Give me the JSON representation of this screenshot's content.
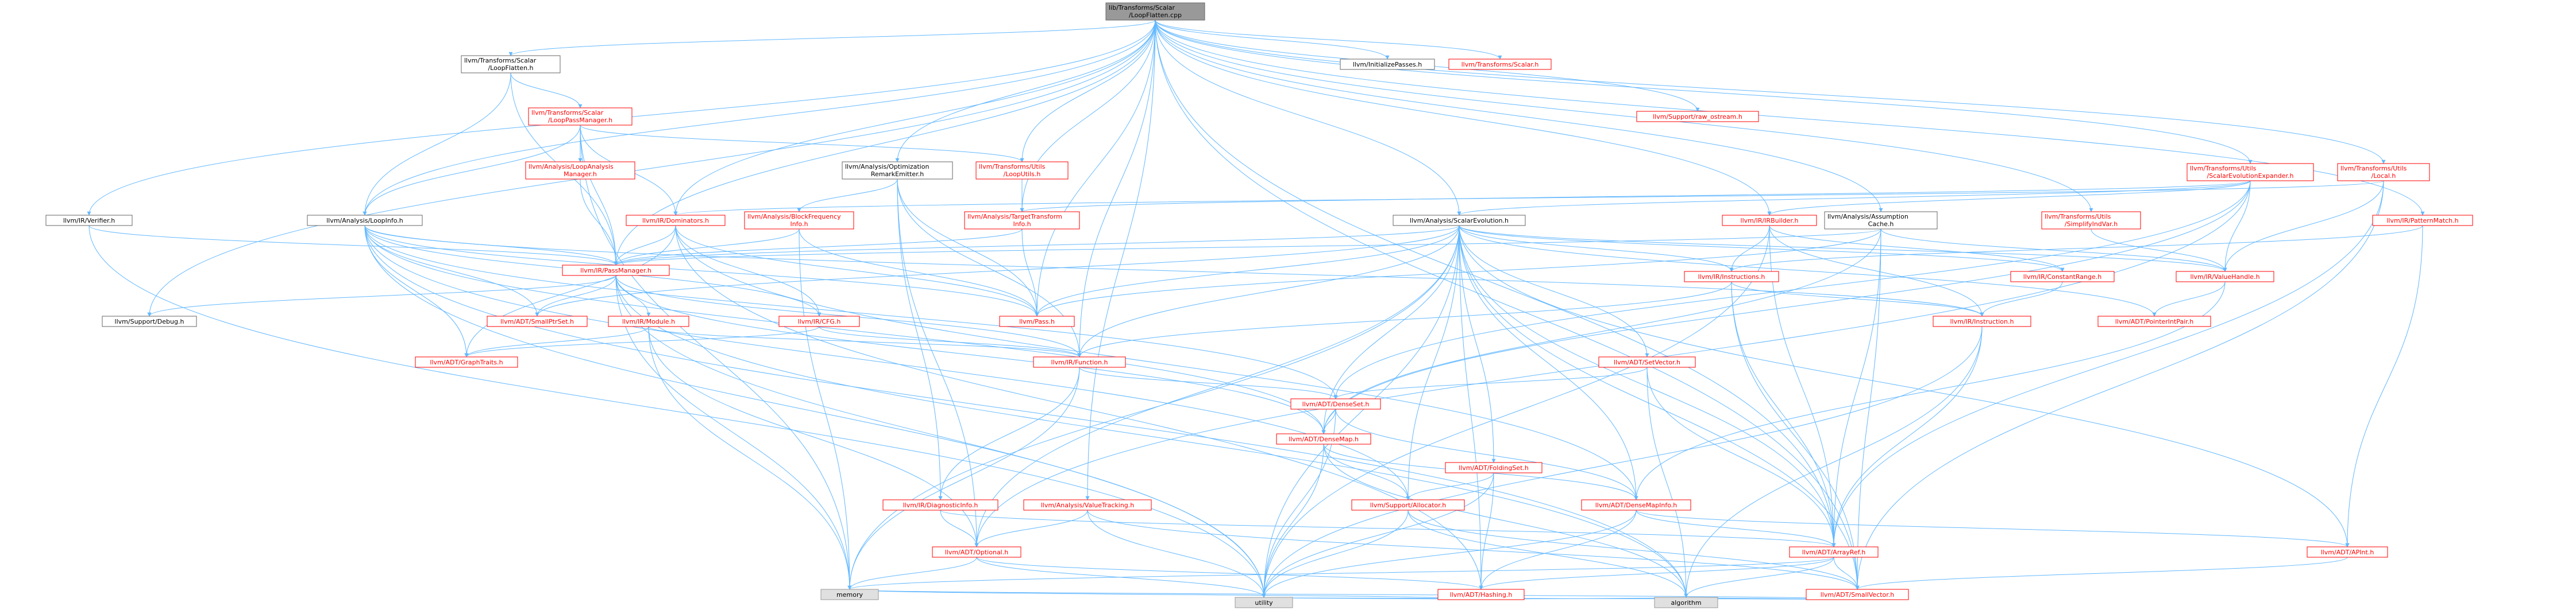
{
  "diagram": {
    "root": "lib/Transforms/Scalar/LoopFlatten.cpp",
    "nodes": [
      {
        "id": "root",
        "label": [
          "lib/Transforms/Scalar",
          "/LoopFlatten.cpp"
        ],
        "kind": "root"
      },
      {
        "id": "LoopFlatten_h",
        "label": [
          "llvm/Transforms/Scalar",
          "/LoopFlatten.h"
        ],
        "kind": "plain"
      },
      {
        "id": "InitializePasses",
        "label": [
          "llvm/InitializePasses.h"
        ],
        "kind": "plain"
      },
      {
        "id": "Scalar_h",
        "label": [
          "llvm/Transforms/Scalar.h"
        ],
        "kind": "red"
      },
      {
        "id": "raw_ostream",
        "label": [
          "llvm/Support/raw_ostream.h"
        ],
        "kind": "red"
      },
      {
        "id": "SEExpander",
        "label": [
          "llvm/Transforms/Utils",
          "/ScalarEvolutionExpander.h"
        ],
        "kind": "red"
      },
      {
        "id": "Local",
        "label": [
          "llvm/Transforms/Utils",
          "/Local.h"
        ],
        "kind": "red"
      },
      {
        "id": "PatternMatch",
        "label": [
          "llvm/IR/PatternMatch.h"
        ],
        "kind": "red"
      },
      {
        "id": "Verifier",
        "label": [
          "llvm/IR/Verifier.h"
        ],
        "kind": "plain"
      },
      {
        "id": "LoopPassManager",
        "label": [
          "llvm/Transforms/Scalar",
          "/LoopPassManager.h"
        ],
        "kind": "red"
      },
      {
        "id": "LoopAnalysisManager",
        "label": [
          "llvm/Analysis/LoopAnalysis",
          "Manager.h"
        ],
        "kind": "red"
      },
      {
        "id": "OptRemark",
        "label": [
          "llvm/Analysis/Optimization",
          "RemarkEmitter.h"
        ],
        "kind": "plain"
      },
      {
        "id": "LoopUtils",
        "label": [
          "llvm/Transforms/Utils",
          "/LoopUtils.h"
        ],
        "kind": "red"
      },
      {
        "id": "TTI",
        "label": [
          "llvm/Analysis/TargetTransform",
          "Info.h"
        ],
        "kind": "red"
      },
      {
        "id": "BFI",
        "label": [
          "llvm/Analysis/BlockFrequency",
          "Info.h"
        ],
        "kind": "red"
      },
      {
        "id": "IRBuilder",
        "label": [
          "llvm/IR/IRBuilder.h"
        ],
        "kind": "red"
      },
      {
        "id": "AssumptionCache",
        "label": [
          "llvm/Analysis/Assumption",
          "Cache.h"
        ],
        "kind": "plain"
      },
      {
        "id": "SimplifyIndVar",
        "label": [
          "llvm/Transforms/Utils",
          "/SimplifyIndVar.h"
        ],
        "kind": "red"
      },
      {
        "id": "LoopInfo",
        "label": [
          "llvm/Analysis/LoopInfo.h"
        ],
        "kind": "plain"
      },
      {
        "id": "Dominators",
        "label": [
          "llvm/IR/Dominators.h"
        ],
        "kind": "red"
      },
      {
        "id": "ScalarEvolution",
        "label": [
          "llvm/Analysis/ScalarEvolution.h"
        ],
        "kind": "plain"
      },
      {
        "id": "PassManager",
        "label": [
          "llvm/IR/PassManager.h"
        ],
        "kind": "red"
      },
      {
        "id": "Instructions",
        "label": [
          "llvm/IR/Instructions.h"
        ],
        "kind": "red"
      },
      {
        "id": "ConstantRange",
        "label": [
          "llvm/IR/ConstantRange.h"
        ],
        "kind": "red"
      },
      {
        "id": "ValueHandle",
        "label": [
          "llvm/IR/ValueHandle.h"
        ],
        "kind": "red"
      },
      {
        "id": "Debug",
        "label": [
          "llvm/Support/Debug.h"
        ],
        "kind": "plain"
      },
      {
        "id": "SmallPtrSet",
        "label": [
          "llvm/ADT/SmallPtrSet.h"
        ],
        "kind": "red"
      },
      {
        "id": "Module",
        "label": [
          "llvm/IR/Module.h"
        ],
        "kind": "red"
      },
      {
        "id": "CFG",
        "label": [
          "llvm/IR/CFG.h"
        ],
        "kind": "red"
      },
      {
        "id": "Pass",
        "label": [
          "llvm/Pass.h"
        ],
        "kind": "red"
      },
      {
        "id": "Instruction",
        "label": [
          "llvm/IR/Instruction.h"
        ],
        "kind": "red"
      },
      {
        "id": "PointerIntPair",
        "label": [
          "llvm/ADT/PointerIntPair.h"
        ],
        "kind": "red"
      },
      {
        "id": "GraphTraits",
        "label": [
          "llvm/ADT/GraphTraits.h"
        ],
        "kind": "red"
      },
      {
        "id": "Function",
        "label": [
          "llvm/IR/Function.h"
        ],
        "kind": "red"
      },
      {
        "id": "SetVector",
        "label": [
          "llvm/ADT/SetVector.h"
        ],
        "kind": "red"
      },
      {
        "id": "DenseSet",
        "label": [
          "llvm/ADT/DenseSet.h"
        ],
        "kind": "red"
      },
      {
        "id": "DenseMap",
        "label": [
          "llvm/ADT/DenseMap.h"
        ],
        "kind": "red"
      },
      {
        "id": "FoldingSet",
        "label": [
          "llvm/ADT/FoldingSet.h"
        ],
        "kind": "red"
      },
      {
        "id": "DiagnosticInfo",
        "label": [
          "llvm/IR/DiagnosticInfo.h"
        ],
        "kind": "red"
      },
      {
        "id": "ValueTracking",
        "label": [
          "llvm/Analysis/ValueTracking.h"
        ],
        "kind": "red"
      },
      {
        "id": "Allocator",
        "label": [
          "llvm/Support/Allocator.h"
        ],
        "kind": "red"
      },
      {
        "id": "DenseMapInfo",
        "label": [
          "llvm/ADT/DenseMapInfo.h"
        ],
        "kind": "red"
      },
      {
        "id": "Optional",
        "label": [
          "llvm/ADT/Optional.h"
        ],
        "kind": "red"
      },
      {
        "id": "ArrayRef",
        "label": [
          "llvm/ADT/ArrayRef.h"
        ],
        "kind": "red"
      },
      {
        "id": "APInt",
        "label": [
          "llvm/ADT/APInt.h"
        ],
        "kind": "red"
      },
      {
        "id": "Hashing",
        "label": [
          "llvm/ADT/Hashing.h"
        ],
        "kind": "red"
      },
      {
        "id": "SmallVector",
        "label": [
          "llvm/ADT/SmallVector.h"
        ],
        "kind": "red"
      },
      {
        "id": "memory",
        "label": [
          "memory"
        ],
        "kind": "sys"
      },
      {
        "id": "utility",
        "label": [
          "utility"
        ],
        "kind": "sys"
      },
      {
        "id": "algorithm",
        "label": [
          "algorithm"
        ],
        "kind": "sys"
      }
    ],
    "edges": [
      [
        "root",
        "LoopFlatten_h"
      ],
      [
        "root",
        "InitializePasses"
      ],
      [
        "root",
        "Scalar_h"
      ],
      [
        "root",
        "raw_ostream"
      ],
      [
        "root",
        "SEExpander"
      ],
      [
        "root",
        "Local"
      ],
      [
        "root",
        "PatternMatch"
      ],
      [
        "root",
        "Verifier"
      ],
      [
        "root",
        "Debug"
      ],
      [
        "root",
        "OptRemark"
      ],
      [
        "root",
        "LoopUtils"
      ],
      [
        "root",
        "TTI"
      ],
      [
        "root",
        "IRBuilder"
      ],
      [
        "root",
        "AssumptionCache"
      ],
      [
        "root",
        "SimplifyIndVar"
      ],
      [
        "root",
        "LoopInfo"
      ],
      [
        "root",
        "Dominators"
      ],
      [
        "root",
        "ScalarEvolution"
      ],
      [
        "root",
        "ValueTracking"
      ],
      [
        "root",
        "Function"
      ],
      [
        "root",
        "Pass"
      ],
      [
        "root",
        "PassManager"
      ],
      [
        "root",
        "SmallVector"
      ],
      [
        "root",
        "ArrayRef"
      ],
      [
        "LoopFlatten_h",
        "LoopPassManager"
      ],
      [
        "LoopFlatten_h",
        "PassManager"
      ],
      [
        "LoopFlatten_h",
        "LoopInfo"
      ],
      [
        "LoopPassManager",
        "LoopAnalysisManager"
      ],
      [
        "LoopPassManager",
        "Dominators"
      ],
      [
        "LoopPassManager",
        "LoopUtils"
      ],
      [
        "LoopPassManager",
        "PassManager"
      ],
      [
        "LoopPassManager",
        "LoopInfo"
      ],
      [
        "LoopPassManager",
        "memory"
      ],
      [
        "LoopAnalysisManager",
        "PassManager"
      ],
      [
        "LoopUtils",
        "TTI"
      ],
      [
        "TTI",
        "Pass"
      ],
      [
        "TTI",
        "PassManager"
      ],
      [
        "OptRemark",
        "BFI"
      ],
      [
        "OptRemark",
        "Optional"
      ],
      [
        "OptRemark",
        "DiagnosticInfo"
      ],
      [
        "OptRemark",
        "Function"
      ],
      [
        "OptRemark",
        "Pass"
      ],
      [
        "BFI",
        "PassManager"
      ],
      [
        "BFI",
        "Pass"
      ],
      [
        "BFI",
        "memory"
      ],
      [
        "SEExpander",
        "ValueHandle"
      ],
      [
        "SEExpander",
        "IRBuilder"
      ],
      [
        "SEExpander",
        "ScalarEvolution"
      ],
      [
        "SEExpander",
        "TTI"
      ],
      [
        "SEExpander",
        "DenseMap"
      ],
      [
        "SEExpander",
        "DenseSet"
      ],
      [
        "SEExpander",
        "Optional"
      ],
      [
        "Local",
        "ValueHandle"
      ],
      [
        "Local",
        "Dominators"
      ],
      [
        "Local",
        "SmallVector"
      ],
      [
        "Local",
        "ArrayRef"
      ],
      [
        "PatternMatch",
        "Instructions"
      ],
      [
        "PatternMatch",
        "APInt"
      ],
      [
        "Verifier",
        "PassManager"
      ],
      [
        "Verifier",
        "utility"
      ],
      [
        "IRBuilder",
        "ConstantRange"
      ],
      [
        "IRBuilder",
        "Instructions"
      ],
      [
        "IRBuilder",
        "ArrayRef"
      ],
      [
        "IRBuilder",
        "Instruction"
      ],
      [
        "IRBuilder",
        "utility"
      ],
      [
        "AssumptionCache",
        "ValueHandle"
      ],
      [
        "AssumptionCache",
        "PassManager"
      ],
      [
        "AssumptionCache",
        "DenseMap"
      ],
      [
        "AssumptionCache",
        "Pass"
      ],
      [
        "AssumptionCache",
        "SmallVector"
      ],
      [
        "AssumptionCache",
        "ArrayRef"
      ],
      [
        "SimplifyIndVar",
        "ValueHandle"
      ],
      [
        "LoopInfo",
        "PassManager"
      ],
      [
        "LoopInfo",
        "Instruction"
      ],
      [
        "LoopInfo",
        "CFG"
      ],
      [
        "LoopInfo",
        "GraphTraits"
      ],
      [
        "LoopInfo",
        "DenseMap"
      ],
      [
        "LoopInfo",
        "DenseSet"
      ],
      [
        "LoopInfo",
        "SmallPtrSet"
      ],
      [
        "LoopInfo",
        "Allocator"
      ],
      [
        "LoopInfo",
        "Pass"
      ],
      [
        "LoopInfo",
        "algorithm"
      ],
      [
        "LoopInfo",
        "utility"
      ],
      [
        "Dominators",
        "PassManager"
      ],
      [
        "Dominators",
        "CFG"
      ],
      [
        "Dominators",
        "DenseMapInfo"
      ],
      [
        "Dominators",
        "Pass"
      ],
      [
        "Dominators",
        "GraphTraits"
      ],
      [
        "Dominators",
        "Hashing"
      ],
      [
        "ScalarEvolution",
        "ConstantRange"
      ],
      [
        "ScalarEvolution",
        "ValueHandle"
      ],
      [
        "ScalarEvolution",
        "PassManager"
      ],
      [
        "ScalarEvolution",
        "Instructions"
      ],
      [
        "ScalarEvolution",
        "Function"
      ],
      [
        "ScalarEvolution",
        "SetVector"
      ],
      [
        "ScalarEvolution",
        "FoldingSet"
      ],
      [
        "ScalarEvolution",
        "DenseMap"
      ],
      [
        "ScalarEvolution",
        "DenseMapInfo"
      ],
      [
        "ScalarEvolution",
        "Optional"
      ],
      [
        "ScalarEvolution",
        "ArrayRef"
      ],
      [
        "ScalarEvolution",
        "Allocator"
      ],
      [
        "ScalarEvolution",
        "PointerIntPair"
      ],
      [
        "ScalarEvolution",
        "SmallPtrSet"
      ],
      [
        "ScalarEvolution",
        "SmallVector"
      ],
      [
        "ScalarEvolution",
        "Hashing"
      ],
      [
        "ScalarEvolution",
        "APInt"
      ],
      [
        "ScalarEvolution",
        "Pass"
      ],
      [
        "ScalarEvolution",
        "memory"
      ],
      [
        "ScalarEvolution",
        "utility"
      ],
      [
        "PassManager",
        "Module"
      ],
      [
        "PassManager",
        "Function"
      ],
      [
        "PassManager",
        "DenseMap"
      ],
      [
        "PassManager",
        "SmallPtrSet"
      ],
      [
        "PassManager",
        "memory"
      ],
      [
        "PassManager",
        "utility"
      ],
      [
        "PassManager",
        "algorithm"
      ],
      [
        "PassManager",
        "Debug"
      ],
      [
        "Instructions",
        "Instruction"
      ],
      [
        "Instructions",
        "ArrayRef"
      ],
      [
        "Instructions",
        "SmallVector"
      ],
      [
        "Instructions",
        "Function"
      ],
      [
        "ConstantRange",
        "Instruction"
      ],
      [
        "ValueHandle",
        "PointerIntPair"
      ],
      [
        "ValueHandle",
        "DenseMapInfo"
      ],
      [
        "Module",
        "Function"
      ],
      [
        "Module",
        "GraphTraits"
      ],
      [
        "Module",
        "Optional"
      ],
      [
        "Module",
        "memory"
      ],
      [
        "CFG",
        "Function"
      ],
      [
        "CFG",
        "GraphTraits"
      ],
      [
        "Instruction",
        "ArrayRef"
      ],
      [
        "Instruction",
        "utility"
      ],
      [
        "Instruction",
        "algorithm"
      ],
      [
        "Function",
        "DenseSet"
      ],
      [
        "Function",
        "memory"
      ],
      [
        "Function",
        "DiagnosticInfo"
      ],
      [
        "SetVector",
        "DenseSet"
      ],
      [
        "SetVector",
        "ArrayRef"
      ],
      [
        "SetVector",
        "algorithm"
      ],
      [
        "DenseSet",
        "DenseMap"
      ],
      [
        "DenseSet",
        "DenseMapInfo"
      ],
      [
        "DenseSet",
        "utility"
      ],
      [
        "DenseMap",
        "DenseMapInfo"
      ],
      [
        "DenseMap",
        "utility"
      ],
      [
        "DenseMap",
        "algorithm"
      ],
      [
        "DenseMap",
        "Allocator"
      ],
      [
        "FoldingSet",
        "Allocator"
      ],
      [
        "FoldingSet",
        "Hashing"
      ],
      [
        "FoldingSet",
        "utility"
      ],
      [
        "DiagnosticInfo",
        "Optional"
      ],
      [
        "DiagnosticInfo",
        "ArrayRef"
      ],
      [
        "ValueTracking",
        "Optional"
      ],
      [
        "ValueTracking",
        "SmallVector"
      ],
      [
        "ValueTracking",
        "utility"
      ],
      [
        "Allocator",
        "SmallVector"
      ],
      [
        "Allocator",
        "utility"
      ],
      [
        "Allocator",
        "algorithm"
      ],
      [
        "DenseMapInfo",
        "APInt"
      ],
      [
        "DenseMapInfo",
        "ArrayRef"
      ],
      [
        "DenseMapInfo",
        "Hashing"
      ],
      [
        "DenseMapInfo",
        "utility"
      ],
      [
        "Optional",
        "Hashing"
      ],
      [
        "Optional",
        "memory"
      ],
      [
        "Optional",
        "utility"
      ],
      [
        "ArrayRef",
        "Hashing"
      ],
      [
        "ArrayRef",
        "SmallVector"
      ],
      [
        "ArrayRef",
        "memory"
      ],
      [
        "ArrayRef",
        "algorithm"
      ],
      [
        "APInt",
        "SmallVector"
      ],
      [
        "Hashing",
        "memory"
      ],
      [
        "Hashing",
        "utility"
      ],
      [
        "Hashing",
        "algorithm"
      ],
      [
        "SmallVector",
        "memory"
      ],
      [
        "SmallVector",
        "utility"
      ],
      [
        "SmallVector",
        "algorithm"
      ]
    ]
  }
}
